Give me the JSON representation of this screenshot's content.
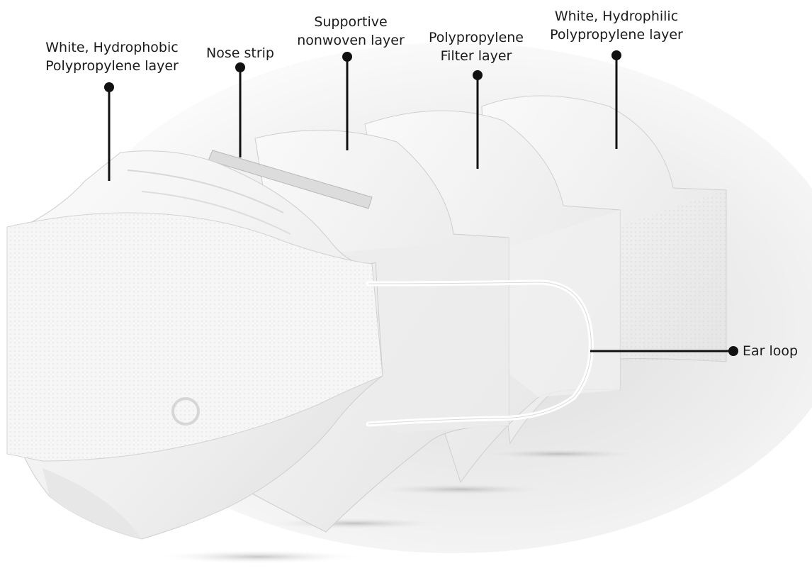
{
  "labels": {
    "hydrophobic_layer": [
      "White, Hydrophobic",
      "Polypropylene layer"
    ],
    "nose_strip": [
      "Nose strip"
    ],
    "supportive_layer": [
      "Supportive",
      "nonwoven layer"
    ],
    "filter_layer": [
      "Polypropylene",
      "Filter layer"
    ],
    "hydrophilic_layer": [
      "White, Hydrophilic",
      "Polypropylene layer"
    ],
    "ear_loop": [
      "Ear loop"
    ]
  },
  "colors": {
    "leader_line": "#111111",
    "mask_white": "#f4f4f4",
    "mask_shadow": "#d9d9d9"
  }
}
